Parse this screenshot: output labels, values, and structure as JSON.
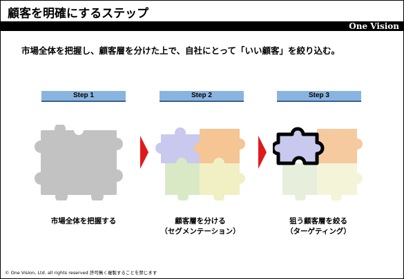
{
  "title": "顧客を明確にするステップ",
  "brand": "One Vision",
  "lead": "市場全体を把握し、顧客層を分けた上で、自社にとって「いい顧客」を絞り込む。",
  "steps": [
    {
      "label": "Step 1",
      "caption": "市場全体を把握する",
      "sub": ""
    },
    {
      "label": "Step 2",
      "caption": "顧客層を分ける",
      "sub": "（セグメンテーション）"
    },
    {
      "label": "Step 3",
      "caption": "狙う顧客層を絞る",
      "sub": "（ターゲティング）"
    }
  ],
  "footer": "© One Vision, Ltd. all rights reserved  許可無く複製することを禁じます",
  "colors": {
    "step_label_bg": "#8ab4e0",
    "arrow_red": "#e01a1a",
    "piece_gray": "#c2c2c2",
    "piece_blue": "#c9c8ee",
    "piece_orange": "#f5c594",
    "piece_green": "#d9e9c6",
    "piece_yellow": "#f0f0c4"
  }
}
